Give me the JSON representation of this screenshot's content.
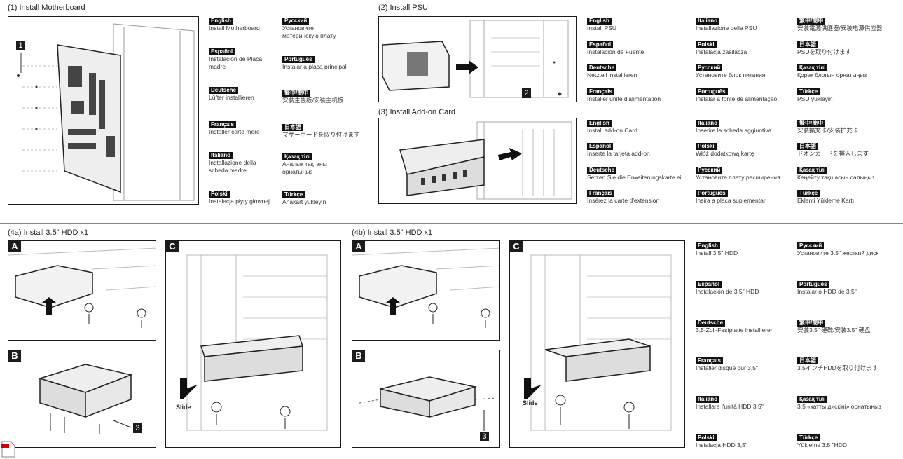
{
  "sections": {
    "s1": "(1) Install Motherboard",
    "s2": "(2) Install PSU",
    "s3": "(3) Install Add-on Card",
    "s4a": "(4a) Install 3.5\" HDD x1",
    "s4b": "(4b) Install 3.5\" HDD x1"
  },
  "callouts": {
    "c1": "1",
    "c2": "2",
    "c3": "3",
    "c3b": "3"
  },
  "panel_labels": {
    "a": "A",
    "b": "B",
    "c": "C"
  },
  "motherboard": [
    {
      "lang": "English",
      "text": "Install Motherboard"
    },
    {
      "lang": "Español",
      "text": "Instalación de Placa\nmadre"
    },
    {
      "lang": "Deutsche",
      "text": "Lüfter installieren"
    },
    {
      "lang": "Français",
      "text": "Installer carte mère"
    },
    {
      "lang": "Italiano",
      "text": "Installazione della\nscheda madre"
    },
    {
      "lang": "Polski",
      "text": "Instalacja płyty głównej"
    },
    {
      "lang": "Русский",
      "text": "Установите\nматеринскую плату"
    },
    {
      "lang": "Português",
      "text": "Instalar a placa principal"
    },
    {
      "lang": "繁中/簡中",
      "text": "安裝主機板/安装主机板"
    },
    {
      "lang": "日本語",
      "text": "マザーボードを取り付けます"
    },
    {
      "lang": "Қазақ тілі",
      "text": "Аналық тақтаны\nорнатыңыз"
    },
    {
      "lang": "Türkçe",
      "text": "Anakart yükleyin"
    }
  ],
  "psu": [
    {
      "lang": "English",
      "text": "Install PSU"
    },
    {
      "lang": "Español",
      "text": "Instalación de Fuente"
    },
    {
      "lang": "Deutsche",
      "text": "Netzteil installieren"
    },
    {
      "lang": "Français",
      "text": "Installer unité d'alimentation"
    },
    {
      "lang": "Italiano",
      "text": "Installazione della PSU"
    },
    {
      "lang": "Polski",
      "text": "Instalacja zasilacza"
    },
    {
      "lang": "Русский",
      "text": "Установите блок питания"
    },
    {
      "lang": "Português",
      "text": "Instalar a fonte de alimentação"
    },
    {
      "lang": "繁中/簡中",
      "text": "安裝電源供應器/安装电源供应器"
    },
    {
      "lang": "日本語",
      "text": "PSUを取り付けます"
    },
    {
      "lang": "Қазақ тілі",
      "text": "Қорек блогын орнатыңыз"
    },
    {
      "lang": "Türkçe",
      "text": "PSU yükleyin"
    }
  ],
  "addon": [
    {
      "lang": "English",
      "text": "Install add-on Card"
    },
    {
      "lang": "Español",
      "text": "Inserte la tarjeta add-on"
    },
    {
      "lang": "Deutsche",
      "text": "Setzen Sie die Erweiterungskarte ei"
    },
    {
      "lang": "Français",
      "text": "Insérez la carte d'extension"
    },
    {
      "lang": "Italiano",
      "text": "Inserire la scheda aggiuntiva"
    },
    {
      "lang": "Polski",
      "text": "Włóż dodatkową kartę"
    },
    {
      "lang": "Русский",
      "text": "Установите плату расширения"
    },
    {
      "lang": "Português",
      "text": "Insira a placa suplementar"
    },
    {
      "lang": "繁中/簡中",
      "text": "安裝擴充卡/安装扩充卡"
    },
    {
      "lang": "日本語",
      "text": "ドオンカードを挿入します"
    },
    {
      "lang": "Қазақ тілі",
      "text": "Кеңейту тақшасын салыңыз"
    },
    {
      "lang": "Türkçe",
      "text": "Eklenti Yükleme Kartı"
    }
  ],
  "hdd": [
    {
      "lang": "English",
      "text": "Install 3.5\" HDD"
    },
    {
      "lang": "Español",
      "text": "Instalación de 3.5\" HDD"
    },
    {
      "lang": "Deutsche",
      "text": "3,5-Zoll-Festplatte installieren"
    },
    {
      "lang": "Français",
      "text": "Installer disque dur 3,5\""
    },
    {
      "lang": "Italiano",
      "text": "Installare l'unità HDD 3,5\""
    },
    {
      "lang": "Polski",
      "text": "Instalacja HDD 3,5\""
    },
    {
      "lang": "Русский",
      "text": "Установите 3.5\" жесткий диск"
    },
    {
      "lang": "Português",
      "text": "Instalar o HDD de 3,5\""
    },
    {
      "lang": "繁中/簡中",
      "text": "安裝3.5\" 硬碟/安装3.5\" 硬盘"
    },
    {
      "lang": "日本語",
      "text": "3.5インチHDDを取り付けます"
    },
    {
      "lang": "Қазақ тілі",
      "text": "3.5 «қатты дискіні» орнатыңыз"
    },
    {
      "lang": "Türkçe",
      "text": "Yükleme 3.5 \"HDD"
    }
  ],
  "slide_label": "Slide"
}
